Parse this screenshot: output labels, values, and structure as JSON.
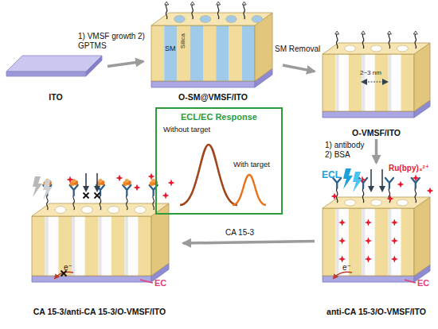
{
  "diagram": {
    "nodes": [
      {
        "text": [
          "ITO"
        ]
      },
      {
        "text": [
          "O-SM@VMSF/ITO"
        ]
      },
      {
        "text": [
          "O-VMSF/ITO"
        ]
      },
      {
        "text": [
          "anti-CA 15-3/O-VMSF/ITO"
        ]
      },
      {
        "text": [
          "CA 15-3/anti-CA 15-3/O-VMSF/ITO"
        ]
      },
      {
        "text": [
          "ECL/EC Response",
          "Without target",
          "With target"
        ]
      }
    ],
    "edges": [
      {
        "from": 0,
        "to": 1,
        "label": "1) VMSF growth 2) GPTMS",
        "arrow": "to"
      },
      {
        "from": 1,
        "to": 2,
        "label": "SM Removal",
        "arrow": "to"
      },
      {
        "from": 2,
        "to": 3,
        "label": "1) antibody 2) BSA",
        "arrow": "to"
      },
      {
        "from": 3,
        "to": 4,
        "label": "CA 15-3",
        "arrow": "to"
      }
    ],
    "labels": [
      "SM",
      "Silica",
      "2~3 nm",
      "ECL",
      "Ru(bpy)₃²⁺",
      "e⁻",
      "EC",
      "e⁻",
      "EC"
    ]
  }
}
